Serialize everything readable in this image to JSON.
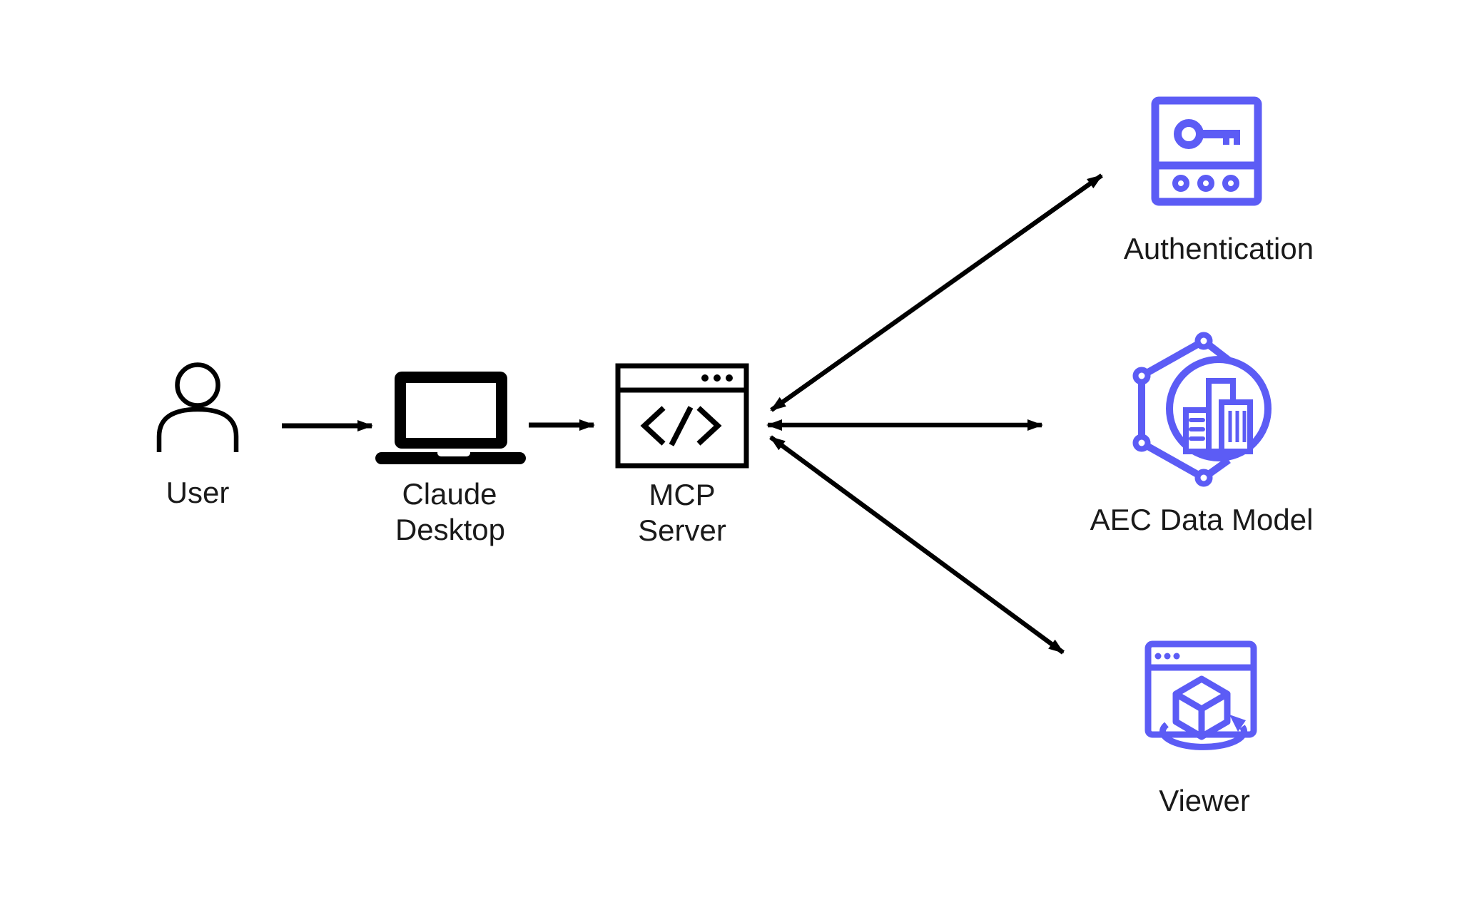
{
  "colors": {
    "accent": "#5c5cf5",
    "line": "#000000",
    "text": "#1a1a1a",
    "background": "#ffffff"
  },
  "nodes": {
    "user": {
      "label": "User",
      "icon": "person-icon"
    },
    "claude_desktop": {
      "label": "Claude Desktop",
      "lines": [
        "Claude",
        "Desktop"
      ],
      "icon": "laptop-icon"
    },
    "mcp_server": {
      "label": "MCP Server",
      "lines": [
        "MCP",
        "Server"
      ],
      "icon": "code-window-icon"
    },
    "authentication": {
      "label": "Authentication",
      "icon": "key-card-icon"
    },
    "aec_data_model": {
      "label": "AEC Data Model",
      "icon": "data-model-icon"
    },
    "viewer": {
      "label": "Viewer",
      "icon": "3d-viewer-icon"
    }
  },
  "edges": [
    {
      "from": "User",
      "to": "Claude Desktop",
      "arrows": "forward"
    },
    {
      "from": "Claude Desktop",
      "to": "MCP Server",
      "arrows": "forward"
    },
    {
      "from": "MCP Server",
      "to": "Authentication",
      "arrows": "both"
    },
    {
      "from": "MCP Server",
      "to": "AEC Data Model",
      "arrows": "both"
    },
    {
      "from": "MCP Server",
      "to": "Viewer",
      "arrows": "both"
    }
  ]
}
